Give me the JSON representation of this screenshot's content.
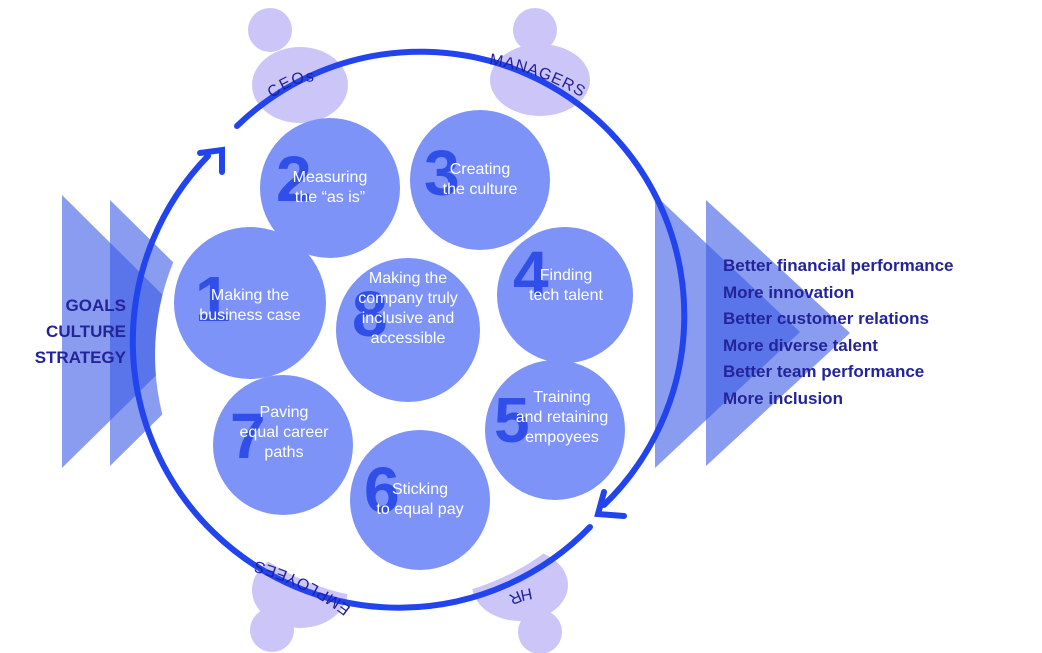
{
  "colors": {
    "ring": "#2244ee",
    "bubble": "#7d93f7",
    "number": "#2f4fe8",
    "person": "#cbc6f7",
    "chevron": "#3a5ae6",
    "text_dark": "#24249a"
  },
  "left_labels": [
    "GOALS",
    "CULTURE",
    "STRATEGY"
  ],
  "roles": {
    "ceos": "CEOs",
    "managers": "MANAGERS",
    "employees": "EMPLOYEES",
    "hr": "HR"
  },
  "steps": [
    {
      "number": "1",
      "lines": [
        "Making the",
        "business case"
      ]
    },
    {
      "number": "2",
      "lines": [
        "Measuring",
        "the “as is”"
      ]
    },
    {
      "number": "3",
      "lines": [
        "Creating",
        "the culture"
      ]
    },
    {
      "number": "4",
      "lines": [
        "Finding",
        "tech talent"
      ]
    },
    {
      "number": "5",
      "lines": [
        "Training",
        "and retaining",
        "empoyees"
      ]
    },
    {
      "number": "6",
      "lines": [
        "Sticking",
        "to equal pay"
      ]
    },
    {
      "number": "7",
      "lines": [
        "Paving",
        "equal career",
        "paths"
      ]
    },
    {
      "number": "8",
      "lines": [
        "Making the",
        "company truly",
        "inclusive and",
        "accessible"
      ]
    }
  ],
  "outcomes": [
    "Better financial performance",
    "More innovation",
    "Better customer relations",
    "More diverse talent",
    "Better team performance",
    "More inclusion"
  ]
}
